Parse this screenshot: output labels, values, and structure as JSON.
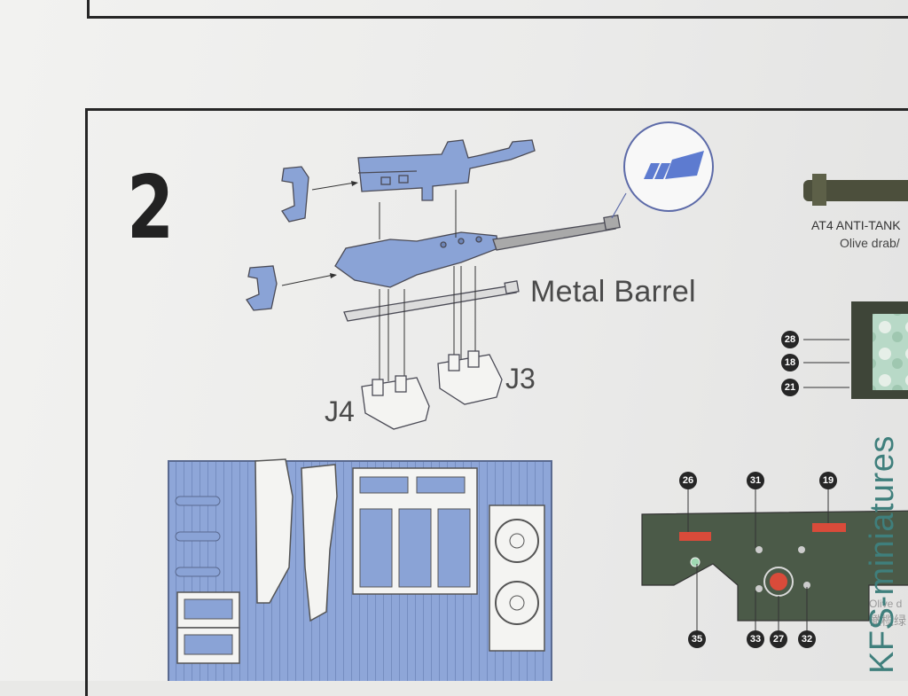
{
  "step": {
    "number": "2"
  },
  "labels": {
    "metal_barrel": "Metal Barrel",
    "j4": "J4",
    "j3": "J3",
    "at4_name": "AT4 ANTI-TANK",
    "at4_color": "Olive drab/",
    "olive_fragment": "Olive d",
    "cn_fragment": "橄榄绿"
  },
  "callouts": [
    "28",
    "18",
    "21",
    "26",
    "31",
    "19",
    "35",
    "33",
    "27",
    "32"
  ],
  "watermark": "KFS-miniatures",
  "colors": {
    "part_blue": "#8aa3d6",
    "part_outline": "#4a4a55",
    "barrel_grey": "#9b9b9b",
    "olive_panel": "#4b5a48",
    "frame": "#262626",
    "watermark": "#3f7f7c"
  }
}
